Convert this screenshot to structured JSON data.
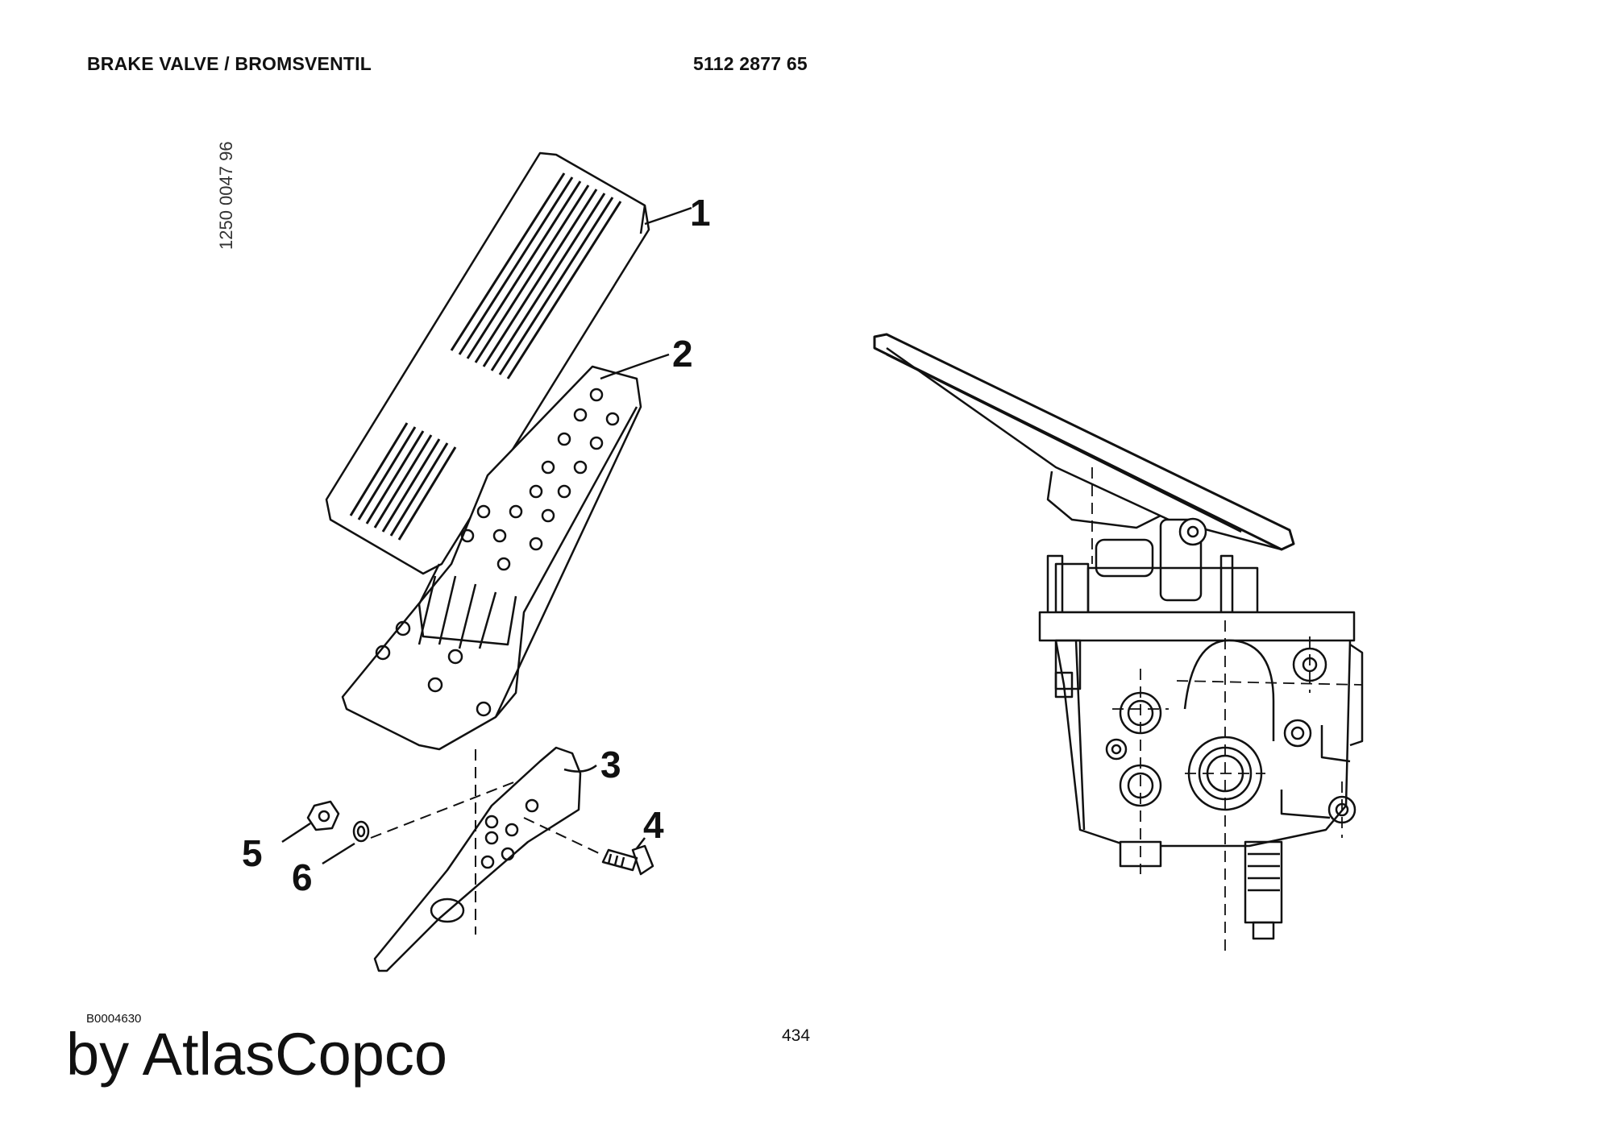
{
  "header": {
    "title": "BRAKE VALVE / BROMSVENTIL",
    "part_number": "5112 2877 65"
  },
  "drawing": {
    "drawing_number": "1250 0047 96",
    "callouts": [
      "1",
      "2",
      "3",
      "4",
      "5",
      "6"
    ]
  },
  "footer": {
    "figure_code": "B0004630",
    "page_number": "434",
    "brand": "by AtlasCopco"
  }
}
